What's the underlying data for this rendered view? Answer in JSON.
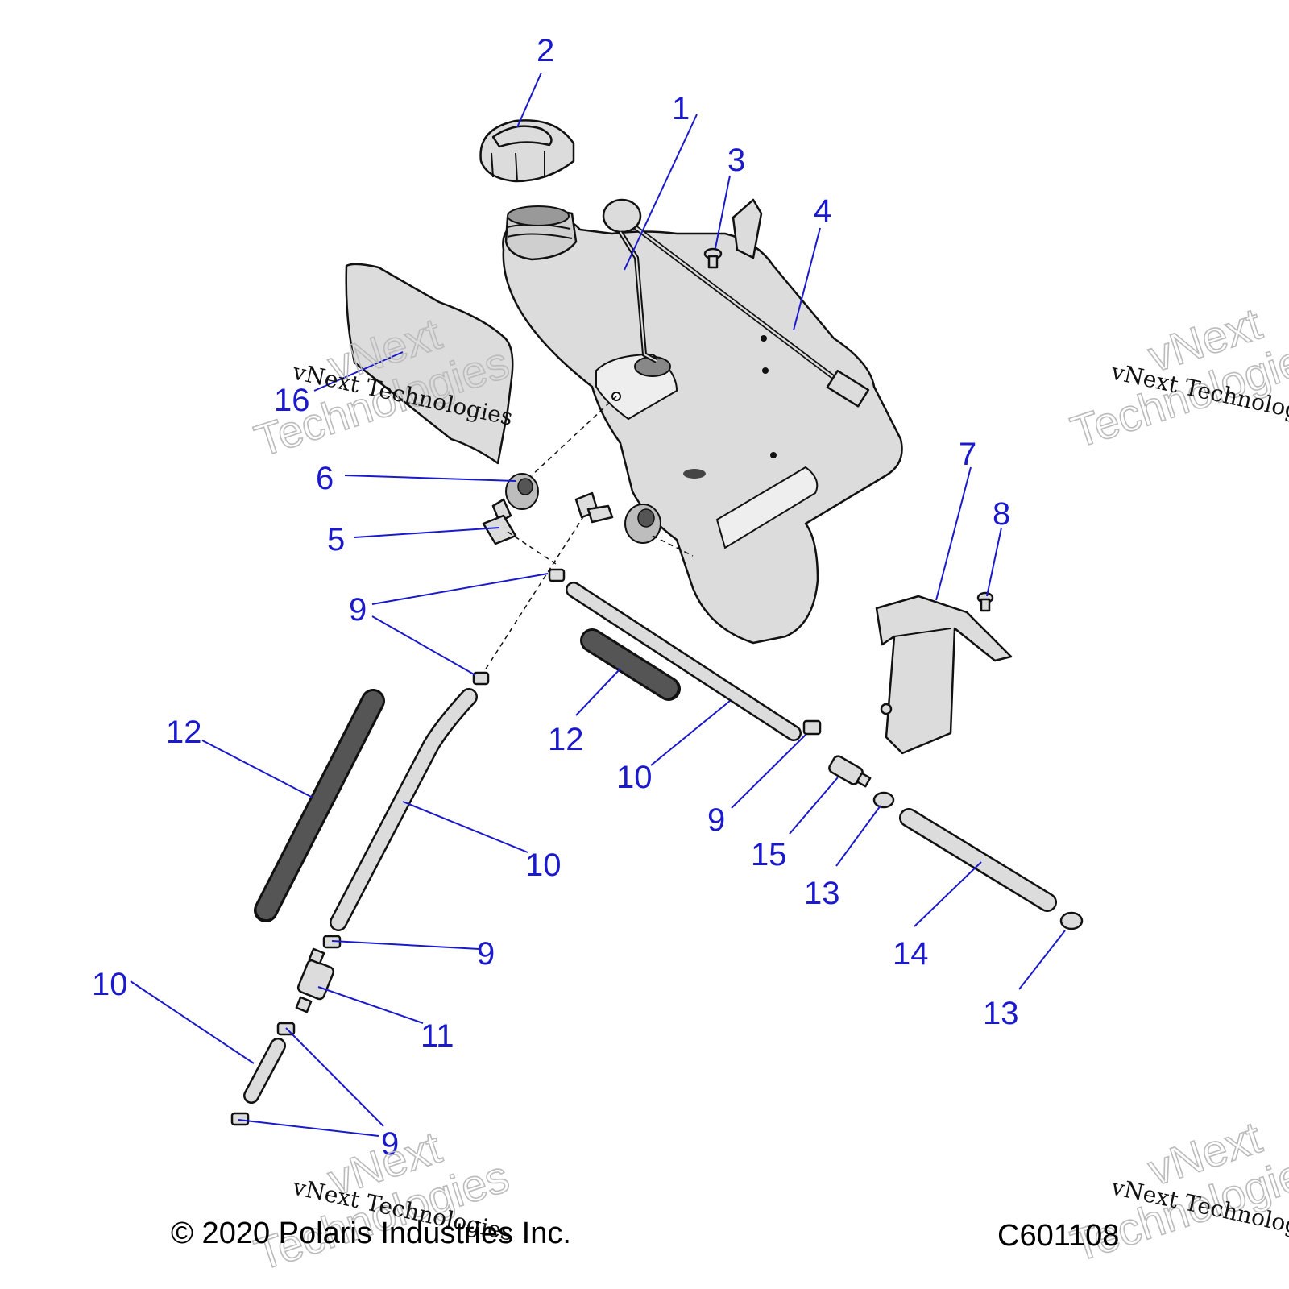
{
  "callouts": {
    "c1": "1",
    "c2": "2",
    "c3": "3",
    "c4": "4",
    "c5": "5",
    "c6": "6",
    "c7": "7",
    "c8": "8",
    "c9a": "9",
    "c9b": "9",
    "c9c": "9",
    "c9d": "9",
    "c10a": "10",
    "c10b": "10",
    "c10c": "10",
    "c11": "11",
    "c12a": "12",
    "c12b": "12",
    "c13a": "13",
    "c13b": "13",
    "c14": "14",
    "c15": "15",
    "c16": "16"
  },
  "footer": {
    "copyright": "© 2020 Polaris Industries Inc.",
    "figure_code": "C601108"
  },
  "watermark": {
    "line1": "vNext",
    "line2": "Technologies",
    "small": "vNext Technologies"
  },
  "colors": {
    "callout": "#1a1acc",
    "part_fill": "#dcdcdc",
    "outline": "#111111"
  }
}
